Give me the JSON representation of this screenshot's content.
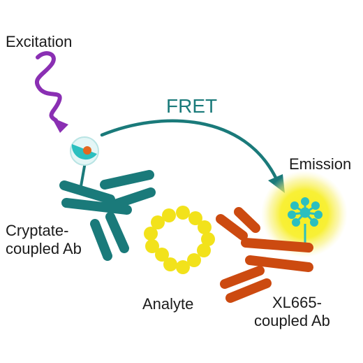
{
  "labels": {
    "excitation": "Excitation",
    "fret": "FRET",
    "emission": "Emission",
    "cryptate_line1": "Cryptate-",
    "cryptate_line2": "coupled Ab",
    "analyte": "Analyte",
    "xl665_line1": "XL665-",
    "xl665_line2": "coupled Ab"
  },
  "colors": {
    "excitation_wave": "#8a2fb3",
    "teal": "#1a7a7a",
    "teal_light": "#2bbfbf",
    "donor_dot": "#e4671f",
    "orange_ab": "#cc4a10",
    "analyte": "#f2e21b",
    "emission_glow": "#f7ee20",
    "text": "#1b1b1b"
  }
}
